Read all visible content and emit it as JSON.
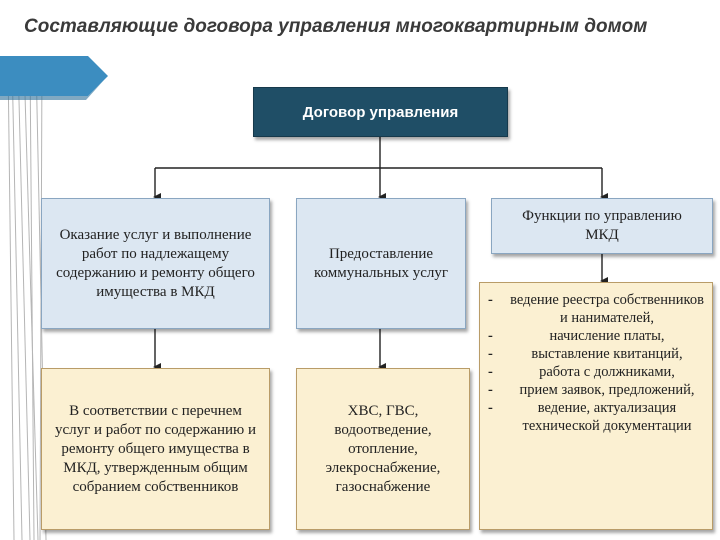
{
  "title": "Составляющие договора управления многоквартирным домом",
  "root": {
    "label": "Договор управления"
  },
  "branches": [
    {
      "label": "Оказание услуг и выполнение работ по надлежащему содержанию и ремонту общего имущества в МКД"
    },
    {
      "label": "Предоставление коммунальных услуг"
    },
    {
      "label": "Функции по управлению МКД"
    }
  ],
  "details": [
    {
      "text": "В соответствии с перечнем услуг и работ по содержанию и ремонту общего имущества в МКД, утвержденным общим собранием собственников"
    },
    {
      "text": "ХВС, ГВС, водоотведение, отопление, элекроснабжение, газоснабжение"
    }
  ],
  "functions": [
    "ведение реестра собственников и нанимателей,",
    "начисление платы,",
    "выставление квитанций,",
    "работа с должниками,",
    "прием заявок, предложений,",
    "ведение, актуализация технической документации"
  ],
  "colors": {
    "root_bg": "#1f4e66",
    "branch_bg": "#dce7f2",
    "detail_bg": "#fbf0d2",
    "accent": "#3c8dc0"
  }
}
